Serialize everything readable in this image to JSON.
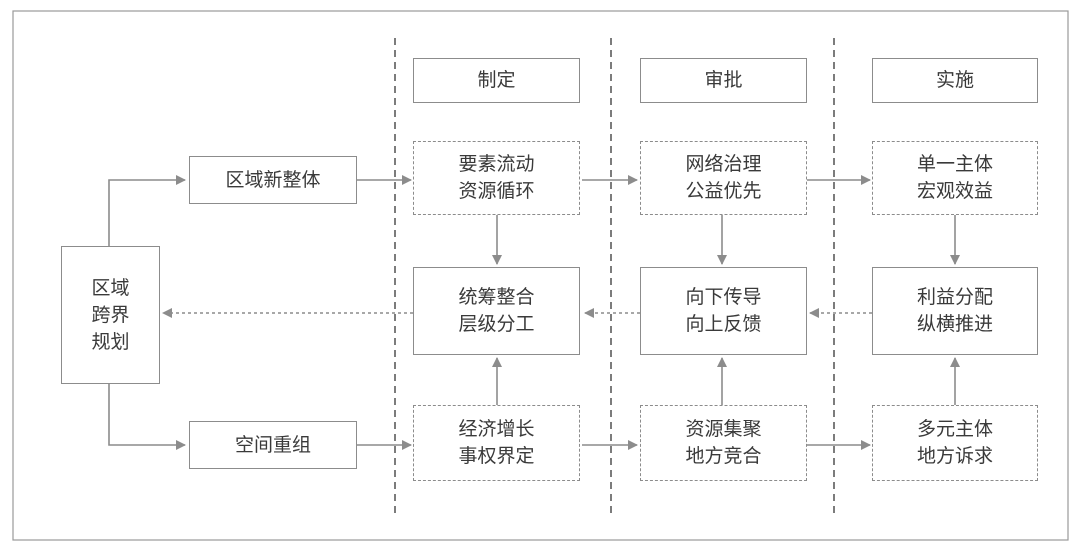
{
  "phases": [
    "制定",
    "审批",
    "实施"
  ],
  "left": {
    "region_plan": [
      "区域",
      "跨界",
      "规划"
    ],
    "new_whole": "区域新整体",
    "restructure": "空间重组"
  },
  "zhiding": {
    "top": [
      "要素流动",
      "资源循环"
    ],
    "mid": [
      "统筹整合",
      "层级分工"
    ],
    "bot": [
      "经济增长",
      "事权界定"
    ]
  },
  "shenpi": {
    "top": [
      "网络治理",
      "公益优先"
    ],
    "mid": [
      "向下传导",
      "向上反馈"
    ],
    "bot": [
      "资源集聚",
      "地方竞合"
    ]
  },
  "shishi": {
    "top": [
      "单一主体",
      "宏观效益"
    ],
    "mid": [
      "利益分配",
      "纵横推进"
    ],
    "bot": [
      "多元主体",
      "地方诉求"
    ]
  },
  "colors": {
    "line": "#8c8c8c",
    "text": "#3a3a3a",
    "divider": "#444444"
  }
}
